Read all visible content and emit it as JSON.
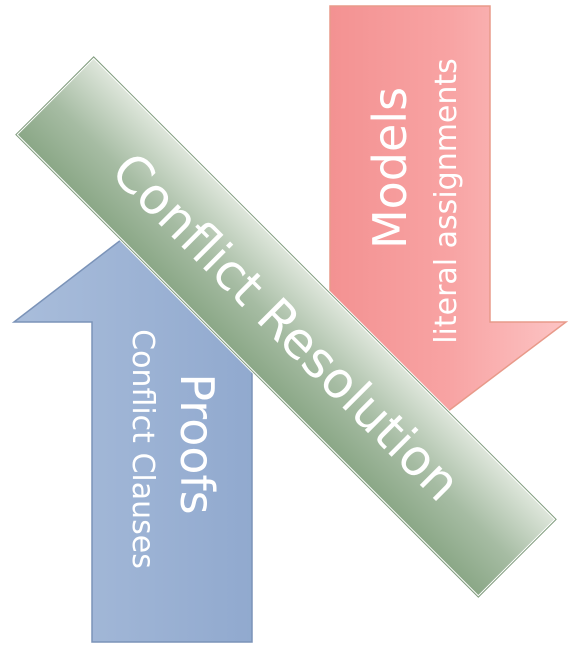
{
  "diagram": {
    "models": {
      "title": "Models",
      "subtitle": "literal assignments",
      "color": "#f99b9b"
    },
    "proofs": {
      "title": "Proofs",
      "subtitle": "Conflict Clauses",
      "color": "#95acd0"
    },
    "resolution": {
      "title": "Conflict Resolution",
      "color": "#a9bea7"
    }
  }
}
